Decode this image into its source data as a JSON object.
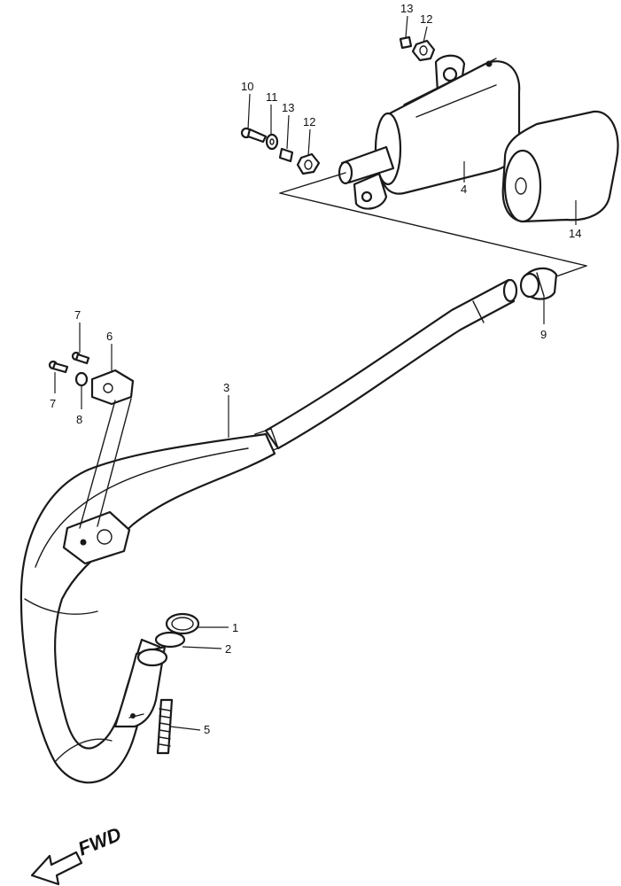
{
  "diagram": {
    "labels": {
      "p1": "1",
      "p2": "2",
      "p3": "3",
      "p4": "4",
      "p5": "5",
      "p6": "6",
      "p7a": "7",
      "p7b": "7",
      "p8": "8",
      "p9": "9",
      "p10": "10",
      "p11": "11",
      "p12a": "12",
      "p12b": "12",
      "p13a": "13",
      "p13b": "13",
      "p14": "14"
    },
    "direction_label": "FWD"
  }
}
